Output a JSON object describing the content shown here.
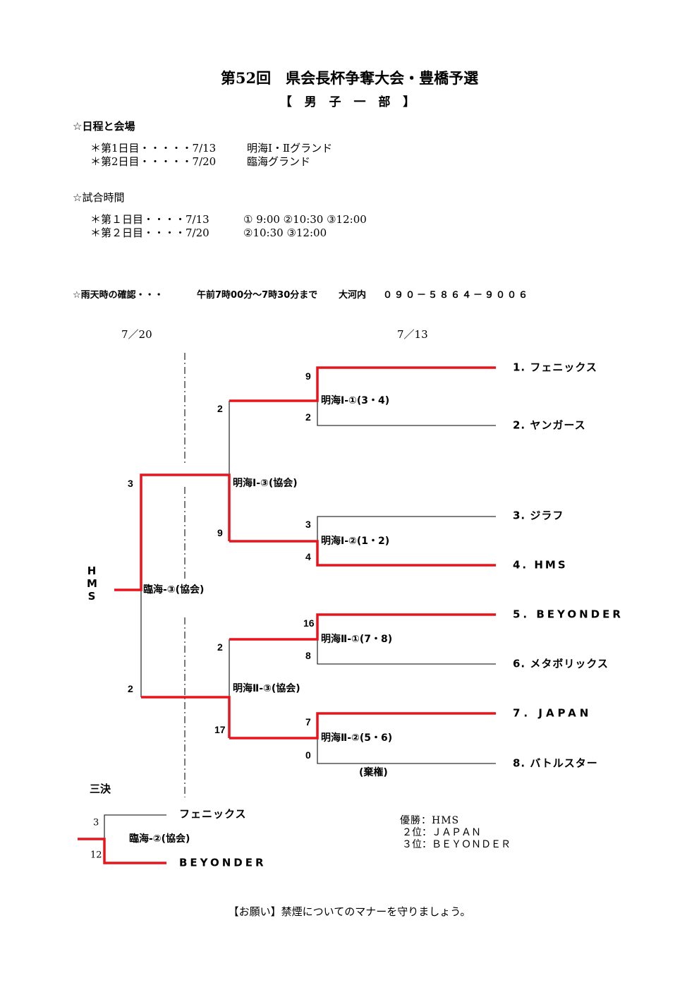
{
  "title": "第52回　県会長杯争奪大会・豊橋予選",
  "subtitle": "【 男 子 一 部 】",
  "schedule": {
    "heading": "☆日程と会場",
    "rows": [
      {
        "day": "＊第1日目・・・・・7/13",
        "venue": "明海Ⅰ・Ⅱグランド"
      },
      {
        "day": "＊第2日目・・・・・7/20",
        "venue": "臨海グランド"
      }
    ]
  },
  "times": {
    "heading": "☆試合時間",
    "rows": [
      {
        "day": "＊第１日目・・・・7/13",
        "slots": "① 9:00 ②10:30 ③12:00"
      },
      {
        "day": "＊第２日目・・・・7/20",
        "slots": "②10:30 ③12:00"
      }
    ]
  },
  "rain": {
    "label": "☆雨天時の確認・・・",
    "time": "午前7時00分～7時30分まで",
    "contact": "大河内",
    "phone": "０９０－５８６４－９００６"
  },
  "bracket": {
    "date_left": "7／20",
    "date_right": "7／13",
    "teams": [
      "1. フェニックス",
      "2. ヤンガース",
      "3. ジラフ",
      "4. HMS",
      "5. BEYONDER",
      "6. メタボリックス",
      "7. JAPAN",
      "8. バトルスター"
    ],
    "round1": [
      {
        "label": "明海Ⅰ-①(3・4)",
        "score_top": "9",
        "score_bottom": "2"
      },
      {
        "label": "明海Ⅰ-②(1・2)",
        "score_top": "3",
        "score_bottom": "4"
      },
      {
        "label": "明海Ⅱ-①(7・8)",
        "score_top": "16",
        "score_bottom": "8"
      },
      {
        "label": "明海Ⅱ-②(5・6)",
        "score_top": "7",
        "score_bottom": "0",
        "note": "(棄権)"
      }
    ],
    "semis": [
      {
        "label": "明海Ⅰ-③(協会)",
        "score_top": "2",
        "score_bottom": "9"
      },
      {
        "label": "明海Ⅱ-③(協会)",
        "score_top": "2",
        "score_bottom": "17"
      }
    ],
    "final": {
      "label": "臨海-③(協会)",
      "score_top": "3",
      "score_bottom": "2",
      "winner": "HMS"
    },
    "third": {
      "heading": "三決",
      "label": "臨海-②(協会)",
      "team_top": "フェニックス",
      "team_bottom": "BEYONDER",
      "score_top": "3",
      "score_bottom": "12"
    }
  },
  "results": [
    "優勝：HMS",
    "２位：ＪＡＰＡＮ",
    "３位：ＢＥＹＯＮＤＥＲ"
  ],
  "footer": "【お願い】禁煙についてのマナーを守りましょう。",
  "colors": {
    "winner_line": "#e8141b",
    "line": "#333333"
  }
}
